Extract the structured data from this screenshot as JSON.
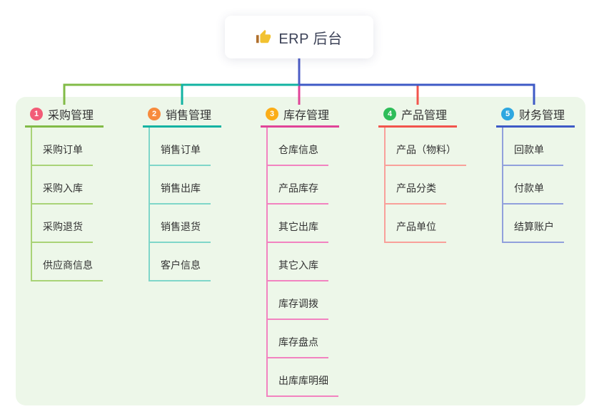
{
  "canvas": {
    "background": "#ffffff",
    "container_bg": "#edf7e9"
  },
  "root": {
    "title": "ERP 后台",
    "icon": "thumbs-up",
    "trunk_color": "#4c5cc5",
    "card_bg": "#ffffff"
  },
  "branches": [
    {
      "index": "1",
      "title": "采购管理",
      "badge_color": "#f25c77",
      "line_color": "#82bb47",
      "child_line_color": "#a9d377",
      "children": [
        "采购订单",
        "采购入库",
        "采购退货",
        "供应商信息"
      ]
    },
    {
      "index": "2",
      "title": "销售管理",
      "badge_color": "#f78b3d",
      "line_color": "#12b3a2",
      "child_line_color": "#7fd6c9",
      "children": [
        "销售订单",
        "销售出库",
        "销售退货",
        "客户信息"
      ]
    },
    {
      "index": "3",
      "title": "库存管理",
      "badge_color": "#fbad18",
      "line_color": "#e04498",
      "child_line_color": "#f283c0",
      "children": [
        "仓库信息",
        "产品库存",
        "其它出库",
        "其它入库",
        "库存调拨",
        "库存盘点",
        "出库库明细"
      ]
    },
    {
      "index": "4",
      "title": "产品管理",
      "badge_color": "#2ebd59",
      "line_color": "#f2544d",
      "child_line_color": "#f9a09a",
      "children": [
        "产品（物料）",
        "产品分类",
        "产品单位"
      ]
    },
    {
      "index": "5",
      "title": "财务管理",
      "badge_color": "#2ea7e0",
      "line_color": "#3e5ac6",
      "child_line_color": "#91a0dc",
      "children": [
        "回款单",
        "付款单",
        "结算账户"
      ]
    }
  ]
}
